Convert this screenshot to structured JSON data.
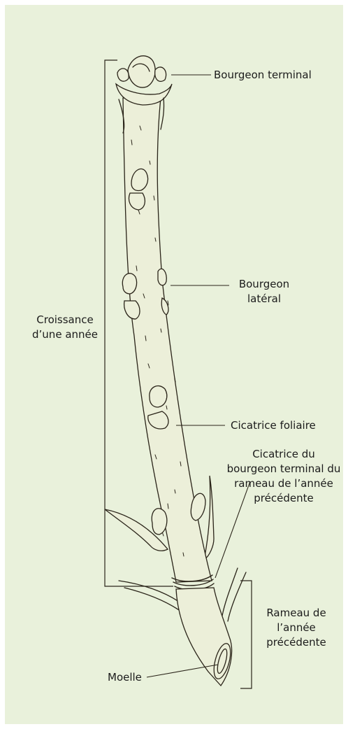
{
  "colors": {
    "background": "#e9f1db",
    "ink": "#2a2419",
    "twig_fill": "#ecefd9",
    "text": "#1b1b1b"
  },
  "labels": {
    "terminal_bud": "Bourgeon terminal",
    "lateral_bud": [
      "Bourgeon",
      "latéral"
    ],
    "leaf_scar": "Cicatrice foliaire",
    "year_growth": [
      "Croissance",
      "d’une année"
    ],
    "terminal_bud_scar": [
      "Cicatrice du",
      "bourgeon terminal du",
      "rameau de l’année",
      "précédente"
    ],
    "previous_year_twig": [
      "Rameau de",
      "l’année",
      "précédente"
    ],
    "pith": "Moelle"
  }
}
